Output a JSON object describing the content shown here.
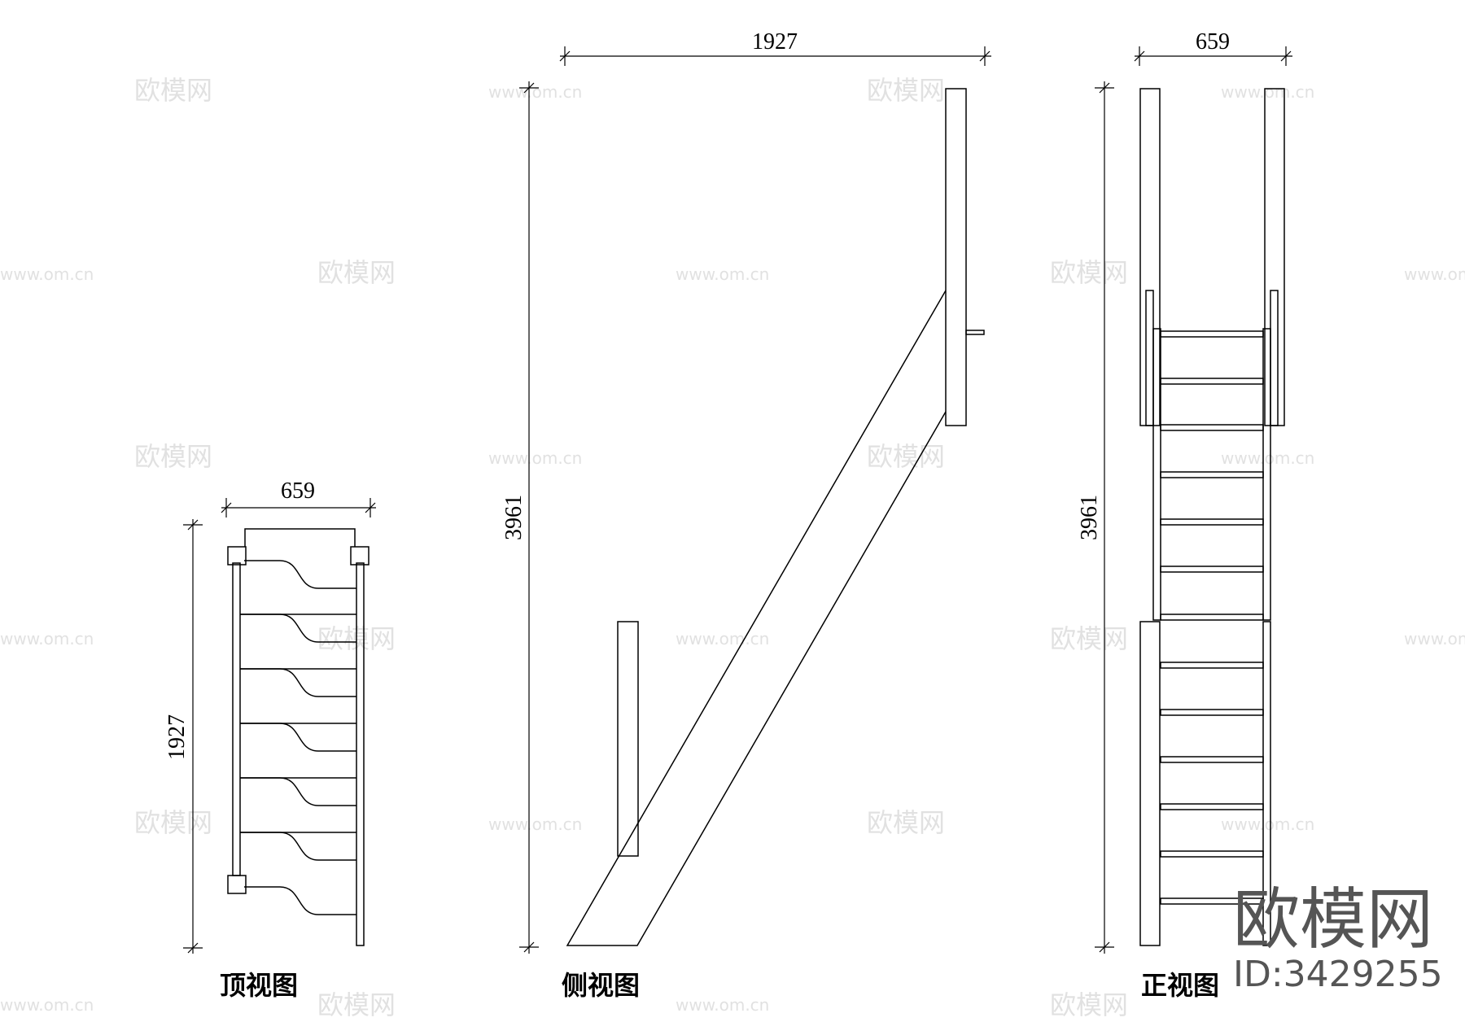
{
  "views": {
    "top": {
      "caption": "顶视图",
      "width_dim": "659",
      "length_dim": "1927"
    },
    "side": {
      "caption": "侧视图",
      "width_dim": "1927",
      "height_dim": "3961"
    },
    "front": {
      "caption": "正视图",
      "width_dim": "659",
      "height_dim": "3961"
    }
  },
  "watermark": {
    "brand": "欧模网",
    "url": "www.om.cn",
    "id_label": "ID:3429255"
  }
}
